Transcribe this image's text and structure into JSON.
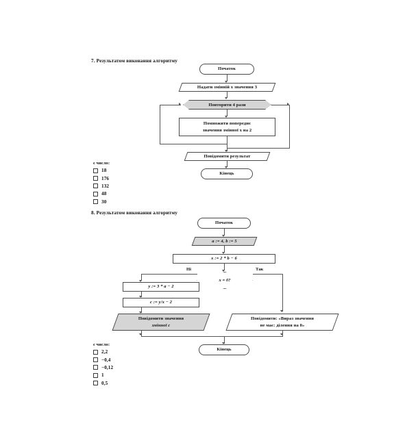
{
  "document": {
    "page_background": "#ffffff",
    "line_color": "#555555",
    "shape_fill_gray": "#d5d5d5",
    "shape_fill_white": "#ffffff"
  },
  "questions": [
    {
      "number": "7.",
      "heading": "7. Результатом виконання алгоритму",
      "flowchart": {
        "nodes": {
          "start": "Початок",
          "input": "Надати змінній x значення 3",
          "loop_header": "Повторити 4 рази",
          "body_line1": "Помножити попереднє",
          "body_line2": "значення змінної x на 2",
          "output": "Повідомити результат",
          "end": "Кінець"
        }
      },
      "answers": {
        "lead": "є число:",
        "options": [
          "18",
          "176",
          "132",
          "48",
          "30"
        ]
      }
    },
    {
      "number": "8.",
      "heading": "8. Результатом виконання алгоритму",
      "flowchart": {
        "nodes": {
          "start": "Початок",
          "input": "a := 4,  b := 5",
          "assign_x": "x := 2 * b − 6",
          "decision": "x = 0?",
          "assign_y": "y := 3 * a − 2",
          "assign_c": "c := y/x − 2",
          "output_left_line1": "Повідомити значення",
          "output_left_line2": "змінної c",
          "output_right_line1": "Повідомити: «Вираз значення",
          "output_right_line2": "не має: ділення на 0»",
          "end": "Кінець"
        },
        "edge_labels": {
          "no": "Ні",
          "yes": "Так"
        }
      },
      "answers": {
        "lead": "є число:",
        "options": [
          "2,2",
          "−0,4",
          "−0,12",
          "1",
          "0,5"
        ]
      }
    }
  ]
}
